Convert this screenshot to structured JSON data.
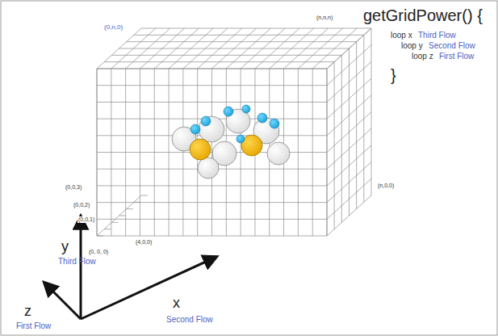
{
  "diagram": {
    "labels": [
      "(n,n,n)",
      "(0,n,0)",
      "(0,0,3)",
      "(0,0,2)",
      "(0,0,1)",
      "(0, 0, 0)",
      "(4,0,0)",
      "(n,0,0)",
      "getGridPower() {",
      "loop x",
      "Third Flow",
      "loop y",
      "Second Flow",
      "loop z",
      "First Flow",
      "}",
      "y",
      "Third Flow",
      "z",
      "First Flow",
      "x",
      "Second Flow"
    ]
  }
}
